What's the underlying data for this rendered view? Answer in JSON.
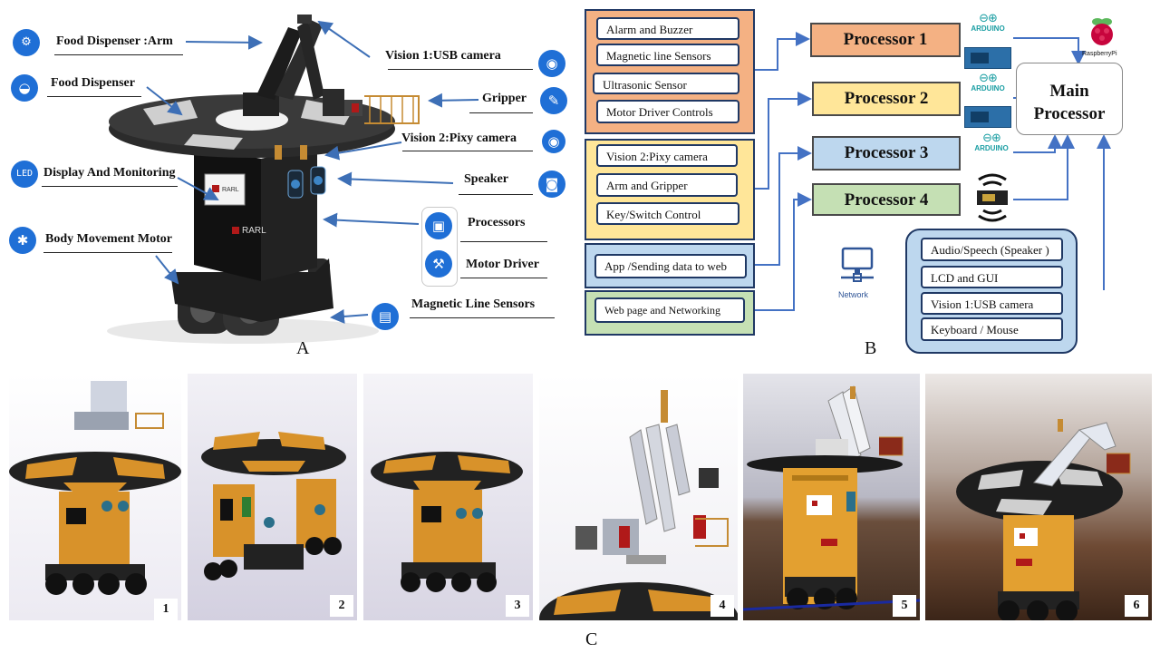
{
  "panel_a": {
    "letter": "A",
    "left_labels": [
      {
        "text": "Food Dispenser :Arm",
        "icon": "robot-arm-icon",
        "glyph": "⚙"
      },
      {
        "text": "Food Dispenser",
        "icon": "food-tray-icon",
        "glyph": "◒"
      },
      {
        "text": "Display And Monitoring",
        "icon": "led-display-icon",
        "glyph": "LED"
      },
      {
        "text": "Body Movement Motor",
        "icon": "wheel-icon",
        "glyph": "✱"
      }
    ],
    "right_labels": [
      {
        "text": "Vision 1:USB camera",
        "icon": "webcam-icon",
        "glyph": "◉"
      },
      {
        "text": "Gripper",
        "icon": "gripper-icon",
        "glyph": "✎"
      },
      {
        "text": "Vision 2:Pixy camera",
        "icon": "pixy-camera-icon",
        "glyph": "◉"
      },
      {
        "text": "Speaker",
        "icon": "speaker-icon",
        "glyph": "◙"
      },
      {
        "text": "Processors",
        "icon": "chip-icon",
        "glyph": "▣"
      },
      {
        "text": "Motor Driver",
        "icon": "motor-icon",
        "glyph": "⚒"
      },
      {
        "text": "Magnetic Line Sensors",
        "icon": "sensor-icon",
        "glyph": "▤"
      }
    ],
    "robot_brand": "RARL"
  },
  "panel_b": {
    "letter": "B",
    "group1_items": [
      "Alarm and Buzzer",
      "Magnetic line Sensors",
      "Ultrasonic Sensor",
      "Motor Driver Controls"
    ],
    "group2_items": [
      "Vision  2:Pixy camera",
      "Arm and Gripper",
      "Key/Switch Control"
    ],
    "app_item": "App /Sending data to web",
    "web_item": "Web page and Networking",
    "processors": [
      "Processor 1",
      "Processor 2",
      "Processor 3",
      "Processor 4"
    ],
    "arduino_label": "ARDUINO",
    "raspberry_label": "RaspberryPi",
    "main_processor": {
      "line1": "Main",
      "line2": "Processor"
    },
    "network_label": "Network",
    "io_items": [
      "Audio/Speech (Speaker )",
      "LCD and GUI",
      "Vision  1:USB  camera",
      "Keyboard  / Mouse"
    ],
    "colors": {
      "processor1": "#f4b183",
      "processor2": "#ffe699",
      "processor3": "#bdd7ee",
      "processor4": "#c5e0b4",
      "main_border": "#1f3864"
    }
  },
  "panel_c": {
    "letter": "C",
    "numbers": [
      "1",
      "2",
      "3",
      "4",
      "5",
      "6"
    ]
  }
}
